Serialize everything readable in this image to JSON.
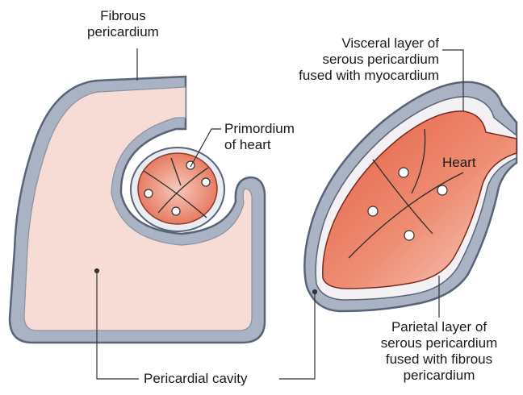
{
  "labels": {
    "fibrous_pericardium": [
      "Fibrous",
      "pericardium"
    ],
    "primordium_of_heart": [
      "Primordium",
      "of heart"
    ],
    "visceral_layer": [
      "Visceral layer of",
      "serous pericardium",
      "fused with myocardium"
    ],
    "heart": "Heart",
    "parietal_layer": [
      "Parietal layer of",
      "serous pericardium",
      "fused with fibrous",
      "pericardium"
    ],
    "pericardial_cavity": "Pericardial cavity"
  },
  "colors": {
    "outer_layer": "#aab3c3",
    "outer_stroke": "#5a6478",
    "cavity_fill": "#f7dcd6",
    "heart_fill": "#e8735c",
    "heart_light": "#f6c2b4",
    "leader": "#333333"
  }
}
